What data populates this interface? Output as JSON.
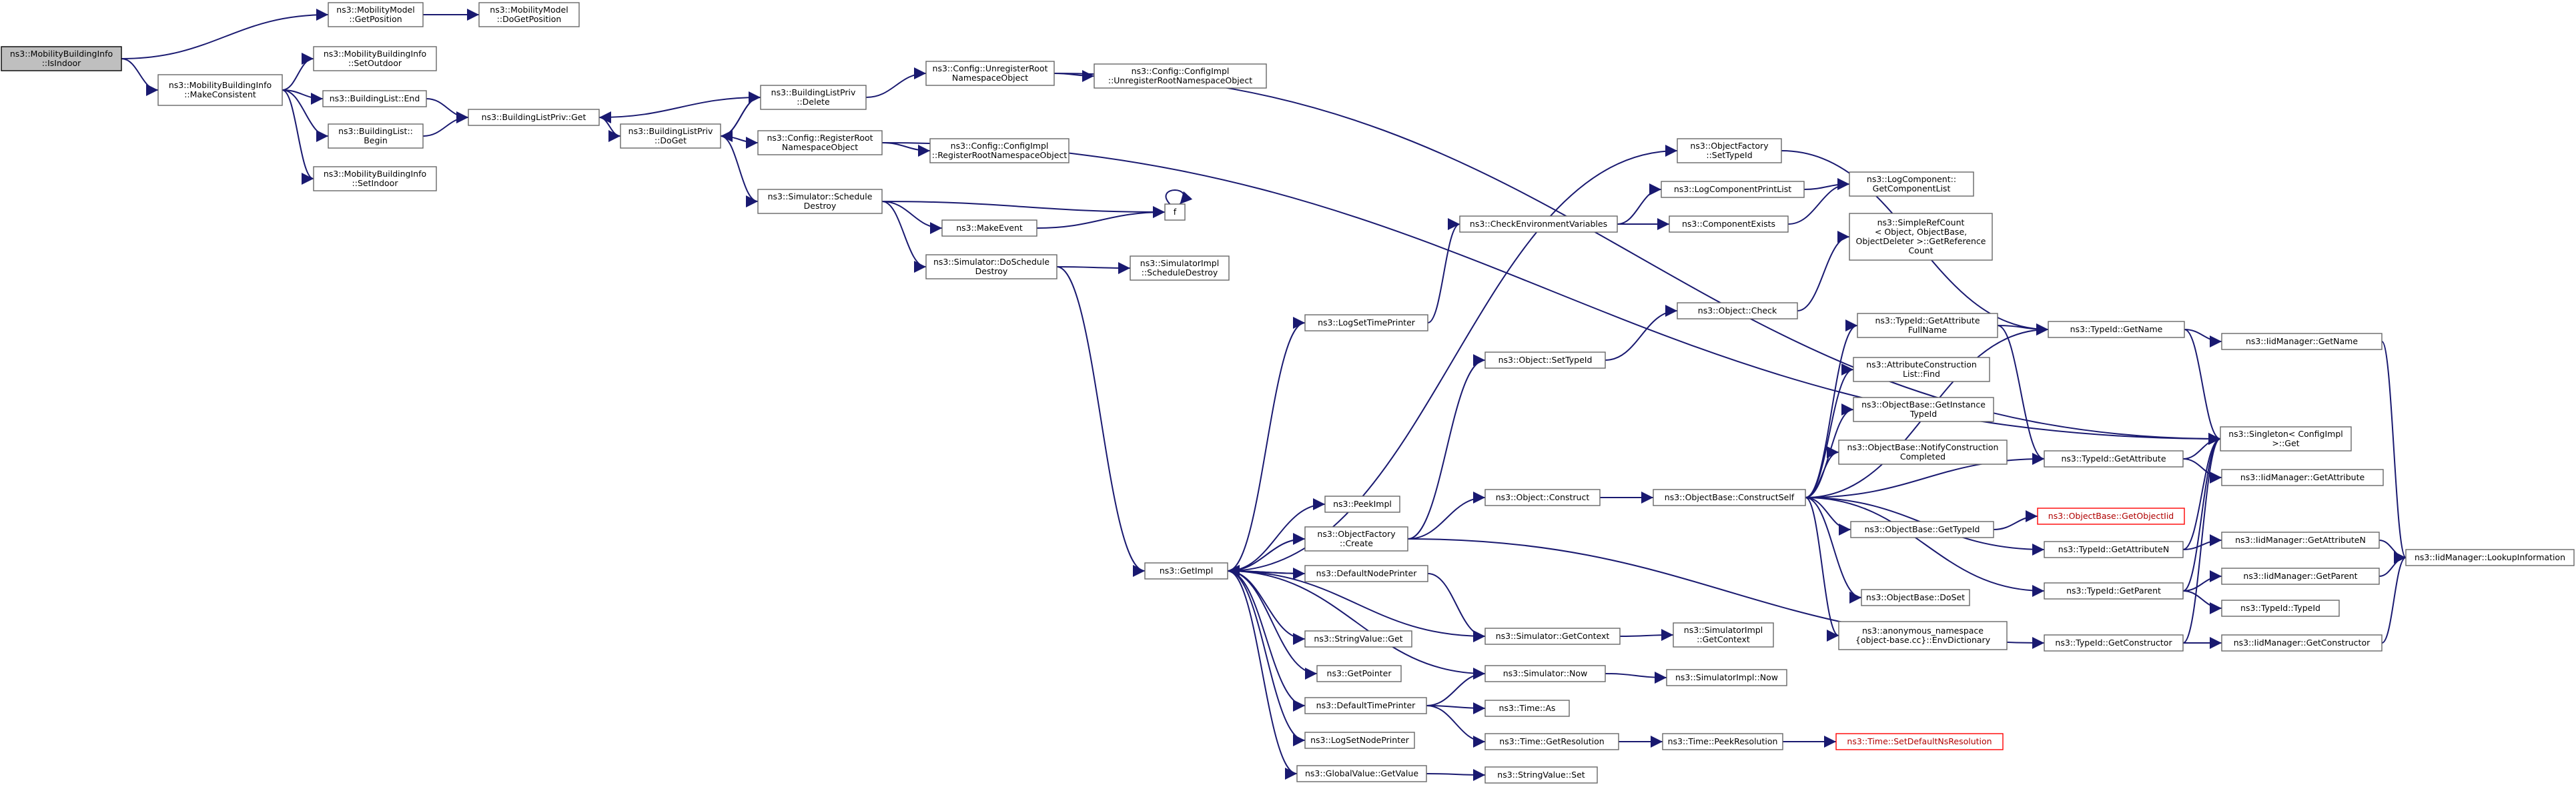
{
  "graph": {
    "type": "call-graph",
    "nodes": [
      {
        "id": "n1",
        "lines": [
          "ns3::MobilityBuildingInfo",
          "::IsIndoor"
        ],
        "root": true
      },
      {
        "id": "n2",
        "lines": [
          "ns3::MobilityModel",
          "::GetPosition"
        ]
      },
      {
        "id": "n3",
        "lines": [
          "ns3::MobilityModel",
          "::DoGetPosition"
        ]
      },
      {
        "id": "n4",
        "lines": [
          "ns3::MobilityBuildingInfo",
          "::MakeConsistent"
        ]
      },
      {
        "id": "n5",
        "lines": [
          "ns3::MobilityBuildingInfo",
          "::SetOutdoor"
        ]
      },
      {
        "id": "n6",
        "lines": [
          "ns3::BuildingList::End"
        ]
      },
      {
        "id": "n7",
        "lines": [
          "ns3::BuildingList::",
          "Begin"
        ]
      },
      {
        "id": "n8",
        "lines": [
          "ns3::MobilityBuildingInfo",
          "::SetIndoor"
        ]
      },
      {
        "id": "n9",
        "lines": [
          "ns3::BuildingListPriv::Get"
        ]
      },
      {
        "id": "n10",
        "lines": [
          "ns3::BuildingListPriv",
          "::DoGet"
        ]
      },
      {
        "id": "n11",
        "lines": [
          "ns3::BuildingListPriv",
          "::Delete"
        ]
      },
      {
        "id": "n12",
        "lines": [
          "ns3::Config::UnregisterRoot",
          "NamespaceObject"
        ]
      },
      {
        "id": "n13",
        "lines": [
          "ns3::Config::ConfigImpl",
          "::UnregisterRootNamespaceObject"
        ]
      },
      {
        "id": "n14",
        "lines": [
          "ns3::Config::RegisterRoot",
          "NamespaceObject"
        ]
      },
      {
        "id": "n15",
        "lines": [
          "ns3::Config::ConfigImpl",
          "::RegisterRootNamespaceObject"
        ]
      },
      {
        "id": "n16",
        "lines": [
          "ns3::Simulator::Schedule",
          "Destroy"
        ]
      },
      {
        "id": "n17",
        "lines": [
          "ns3::MakeEvent"
        ]
      },
      {
        "id": "n18",
        "lines": [
          "f"
        ]
      },
      {
        "id": "n19",
        "lines": [
          "ns3::Simulator::DoSchedule",
          "Destroy"
        ]
      },
      {
        "id": "n20",
        "lines": [
          "ns3::SimulatorImpl",
          "::ScheduleDestroy"
        ]
      },
      {
        "id": "n21",
        "lines": [
          "ns3::GetImpl"
        ]
      },
      {
        "id": "n22",
        "lines": [
          "ns3::LogSetTimePrinter"
        ]
      },
      {
        "id": "n23",
        "lines": [
          "ns3::CheckEnvironmentVariables"
        ]
      },
      {
        "id": "n24",
        "lines": [
          "ns3::ObjectFactory",
          "::SetTypeId"
        ]
      },
      {
        "id": "n25",
        "lines": [
          "ns3::LogComponentPrintList"
        ]
      },
      {
        "id": "n26",
        "lines": [
          "ns3::LogComponent::",
          "GetComponentList"
        ]
      },
      {
        "id": "n27",
        "lines": [
          "ns3::ComponentExists"
        ]
      },
      {
        "id": "n28",
        "lines": [
          "ns3::SimpleRefCount",
          "< Object, ObjectBase,",
          "ObjectDeleter >::GetReference",
          "Count"
        ]
      },
      {
        "id": "n29",
        "lines": [
          "ns3::Object::Check"
        ]
      },
      {
        "id": "n30",
        "lines": [
          "ns3::Object::SetTypeId"
        ]
      },
      {
        "id": "n31",
        "lines": [
          "ns3::TypeId::GetAttribute",
          "FullName"
        ]
      },
      {
        "id": "n32",
        "lines": [
          "ns3::TypeId::GetName"
        ]
      },
      {
        "id": "n33",
        "lines": [
          "ns3::IidManager::GetName"
        ]
      },
      {
        "id": "n34",
        "lines": [
          "ns3::AttributeConstruction",
          "List::Find"
        ]
      },
      {
        "id": "n35",
        "lines": [
          "ns3::ObjectBase::GetInstance",
          "TypeId"
        ]
      },
      {
        "id": "n36",
        "lines": [
          "ns3::ObjectBase::NotifyConstruction",
          "Completed"
        ]
      },
      {
        "id": "n37",
        "lines": [
          "ns3::Singleton< ConfigImpl",
          ">::Get"
        ]
      },
      {
        "id": "n38",
        "lines": [
          "ns3::TypeId::GetAttribute"
        ]
      },
      {
        "id": "n39",
        "lines": [
          "ns3::IidManager::GetAttribute"
        ]
      },
      {
        "id": "n40",
        "lines": [
          "ns3::PeekImpl"
        ]
      },
      {
        "id": "n41",
        "lines": [
          "ns3::ObjectFactory",
          "::Create"
        ]
      },
      {
        "id": "n42",
        "lines": [
          "ns3::Object::Construct"
        ]
      },
      {
        "id": "n43",
        "lines": [
          "ns3::ObjectBase::ConstructSelf"
        ]
      },
      {
        "id": "n44",
        "lines": [
          "ns3::ObjectBase::GetObjectIid"
        ],
        "truncated": true
      },
      {
        "id": "n45",
        "lines": [
          "ns3::ObjectBase::GetTypeId"
        ]
      },
      {
        "id": "n46",
        "lines": [
          "ns3::TypeId::GetAttributeN"
        ]
      },
      {
        "id": "n47",
        "lines": [
          "ns3::IidManager::GetAttributeN"
        ]
      },
      {
        "id": "n48",
        "lines": [
          "ns3::IidManager::LookupInformation"
        ]
      },
      {
        "id": "n49",
        "lines": [
          "ns3::DefaultNodePrinter"
        ]
      },
      {
        "id": "n50",
        "lines": [
          "ns3::ObjectBase::DoSet"
        ]
      },
      {
        "id": "n51",
        "lines": [
          "ns3::TypeId::GetParent"
        ]
      },
      {
        "id": "n52",
        "lines": [
          "ns3::IidManager::GetParent"
        ]
      },
      {
        "id": "n53",
        "lines": [
          "ns3::TypeId::TypeId"
        ]
      },
      {
        "id": "n54",
        "lines": [
          "ns3::Simulator::GetContext"
        ]
      },
      {
        "id": "n55",
        "lines": [
          "ns3::SimulatorImpl",
          "::GetContext"
        ]
      },
      {
        "id": "n56",
        "lines": [
          "ns3::anonymous_namespace",
          "{object-base.cc}::EnvDictionary"
        ]
      },
      {
        "id": "n57",
        "lines": [
          "ns3::TypeId::GetConstructor"
        ]
      },
      {
        "id": "n58",
        "lines": [
          "ns3::IidManager::GetConstructor"
        ]
      },
      {
        "id": "n59",
        "lines": [
          "ns3::StringValue::Get"
        ]
      },
      {
        "id": "n60",
        "lines": [
          "ns3::GetPointer"
        ]
      },
      {
        "id": "n61",
        "lines": [
          "ns3::Simulator::Now"
        ]
      },
      {
        "id": "n62",
        "lines": [
          "ns3::SimulatorImpl::Now"
        ]
      },
      {
        "id": "n63",
        "lines": [
          "ns3::DefaultTimePrinter"
        ]
      },
      {
        "id": "n64",
        "lines": [
          "ns3::Time::As"
        ]
      },
      {
        "id": "n65",
        "lines": [
          "ns3::LogSetNodePrinter"
        ]
      },
      {
        "id": "n66",
        "lines": [
          "ns3::Time::GetResolution"
        ]
      },
      {
        "id": "n67",
        "lines": [
          "ns3::Time::PeekResolution"
        ]
      },
      {
        "id": "n68",
        "lines": [
          "ns3::Time::SetDefaultNsResolution"
        ],
        "truncated": true
      },
      {
        "id": "n69",
        "lines": [
          "ns3::GlobalValue::GetValue"
        ]
      },
      {
        "id": "n70",
        "lines": [
          "ns3::StringValue::Set"
        ]
      }
    ],
    "edges": [
      [
        "n1",
        "n2"
      ],
      [
        "n2",
        "n3"
      ],
      [
        "n1",
        "n4"
      ],
      [
        "n4",
        "n5"
      ],
      [
        "n4",
        "n6"
      ],
      [
        "n4",
        "n7"
      ],
      [
        "n4",
        "n8"
      ],
      [
        "n6",
        "n9"
      ],
      [
        "n7",
        "n9"
      ],
      [
        "n9",
        "n10"
      ],
      [
        "n10",
        "n11"
      ],
      [
        "n11",
        "n9"
      ],
      [
        "n11",
        "n10"
      ],
      [
        "n11",
        "n12"
      ],
      [
        "n12",
        "n13"
      ],
      [
        "n12",
        "n37"
      ],
      [
        "n10",
        "n14"
      ],
      [
        "n14",
        "n15"
      ],
      [
        "n14",
        "n37"
      ],
      [
        "n10",
        "n16"
      ],
      [
        "n16",
        "n17"
      ],
      [
        "n16",
        "n18"
      ],
      [
        "n17",
        "n18"
      ],
      [
        "n18",
        "n18"
      ],
      [
        "n16",
        "n19"
      ],
      [
        "n19",
        "n20"
      ],
      [
        "n19",
        "n21"
      ],
      [
        "n21",
        "n22"
      ],
      [
        "n22",
        "n23"
      ],
      [
        "n23",
        "n25"
      ],
      [
        "n23",
        "n27"
      ],
      [
        "n25",
        "n26"
      ],
      [
        "n27",
        "n26"
      ],
      [
        "n21",
        "n24"
      ],
      [
        "n24",
        "n32"
      ],
      [
        "n21",
        "n40"
      ],
      [
        "n21",
        "n41"
      ],
      [
        "n41",
        "n21"
      ],
      [
        "n41",
        "n30"
      ],
      [
        "n30",
        "n29"
      ],
      [
        "n29",
        "n28"
      ],
      [
        "n41",
        "n42"
      ],
      [
        "n42",
        "n43"
      ],
      [
        "n43",
        "n31"
      ],
      [
        "n31",
        "n32"
      ],
      [
        "n31",
        "n38"
      ],
      [
        "n32",
        "n33"
      ],
      [
        "n32",
        "n37"
      ],
      [
        "n33",
        "n48"
      ],
      [
        "n43",
        "n34"
      ],
      [
        "n43",
        "n35"
      ],
      [
        "n43",
        "n36"
      ],
      [
        "n43",
        "n38"
      ],
      [
        "n38",
        "n37"
      ],
      [
        "n38",
        "n39"
      ],
      [
        "n43",
        "n32"
      ],
      [
        "n43",
        "n45"
      ],
      [
        "n45",
        "n44"
      ],
      [
        "n43",
        "n46"
      ],
      [
        "n46",
        "n37"
      ],
      [
        "n46",
        "n47"
      ],
      [
        "n47",
        "n48"
      ],
      [
        "n43",
        "n50"
      ],
      [
        "n43",
        "n56"
      ],
      [
        "n43",
        "n51"
      ],
      [
        "n51",
        "n37"
      ],
      [
        "n51",
        "n52"
      ],
      [
        "n51",
        "n53"
      ],
      [
        "n52",
        "n48"
      ],
      [
        "n41",
        "n57"
      ],
      [
        "n57",
        "n37"
      ],
      [
        "n57",
        "n58"
      ],
      [
        "n58",
        "n48"
      ],
      [
        "n21",
        "n49"
      ],
      [
        "n49",
        "n21"
      ],
      [
        "n49",
        "n54"
      ],
      [
        "n54",
        "n55"
      ],
      [
        "n21",
        "n54"
      ],
      [
        "n21",
        "n59"
      ],
      [
        "n21",
        "n60"
      ],
      [
        "n21",
        "n63"
      ],
      [
        "n63",
        "n61"
      ],
      [
        "n61",
        "n21"
      ],
      [
        "n61",
        "n62"
      ],
      [
        "n63",
        "n64"
      ],
      [
        "n63",
        "n66"
      ],
      [
        "n66",
        "n67"
      ],
      [
        "n67",
        "n68"
      ],
      [
        "n21",
        "n65"
      ],
      [
        "n21",
        "n69"
      ],
      [
        "n69",
        "n70"
      ]
    ]
  }
}
